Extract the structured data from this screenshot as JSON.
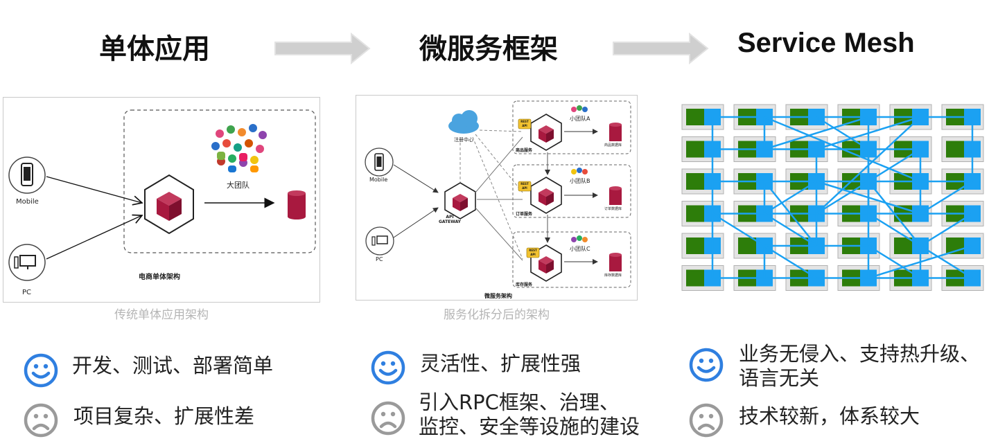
{
  "columns": [
    {
      "title": "单体应用",
      "caption": "传统单体应用架构",
      "diagram": {
        "clients": [
          "Mobile",
          "PC"
        ],
        "team_label": "大团队",
        "arch_label": "电商单体架构"
      },
      "pros": "开发、测试、部署简单",
      "cons": "项目复杂、扩展性差"
    },
    {
      "title": "微服务框架",
      "caption": "服务化拆分后的架构",
      "diagram": {
        "clients": [
          "Mobile",
          "PC"
        ],
        "registry_label": "注册中心",
        "gateway_label": "API\nGATEWAY",
        "rest_api_label": "REST\nAPI",
        "arch_label": "微服务架构",
        "services": [
          {
            "name": "商品服务",
            "team": "小团队A",
            "db": "商品数据库"
          },
          {
            "name": "订单服务",
            "team": "小团队B",
            "db": "订单数据库"
          },
          {
            "name": "库存服务",
            "team": "小团队C",
            "db": "库存数据库"
          }
        ]
      },
      "pros": "灵活性、扩展性强",
      "cons": [
        "引入RPC框架、治理、",
        "监控、安全等设施的建设"
      ]
    },
    {
      "title": "Service Mesh",
      "pros": [
        "业务无侵入、支持热升级、",
        "语言无关"
      ],
      "cons": "技术较新，体系较大",
      "mesh": {
        "rows": 6,
        "cols": 6,
        "app_color": "#2d7d0a",
        "sidecar_color": "#1ba1f2"
      }
    }
  ],
  "colors": {
    "happy": "#2f7fe0",
    "sad": "#9a9a9a",
    "crimson": "#a8193f",
    "arrow": "#cccccc"
  },
  "icons": {
    "transition_arrow": "right-arrow-icon",
    "positive": "smiley-icon",
    "negative": "frown-icon"
  }
}
